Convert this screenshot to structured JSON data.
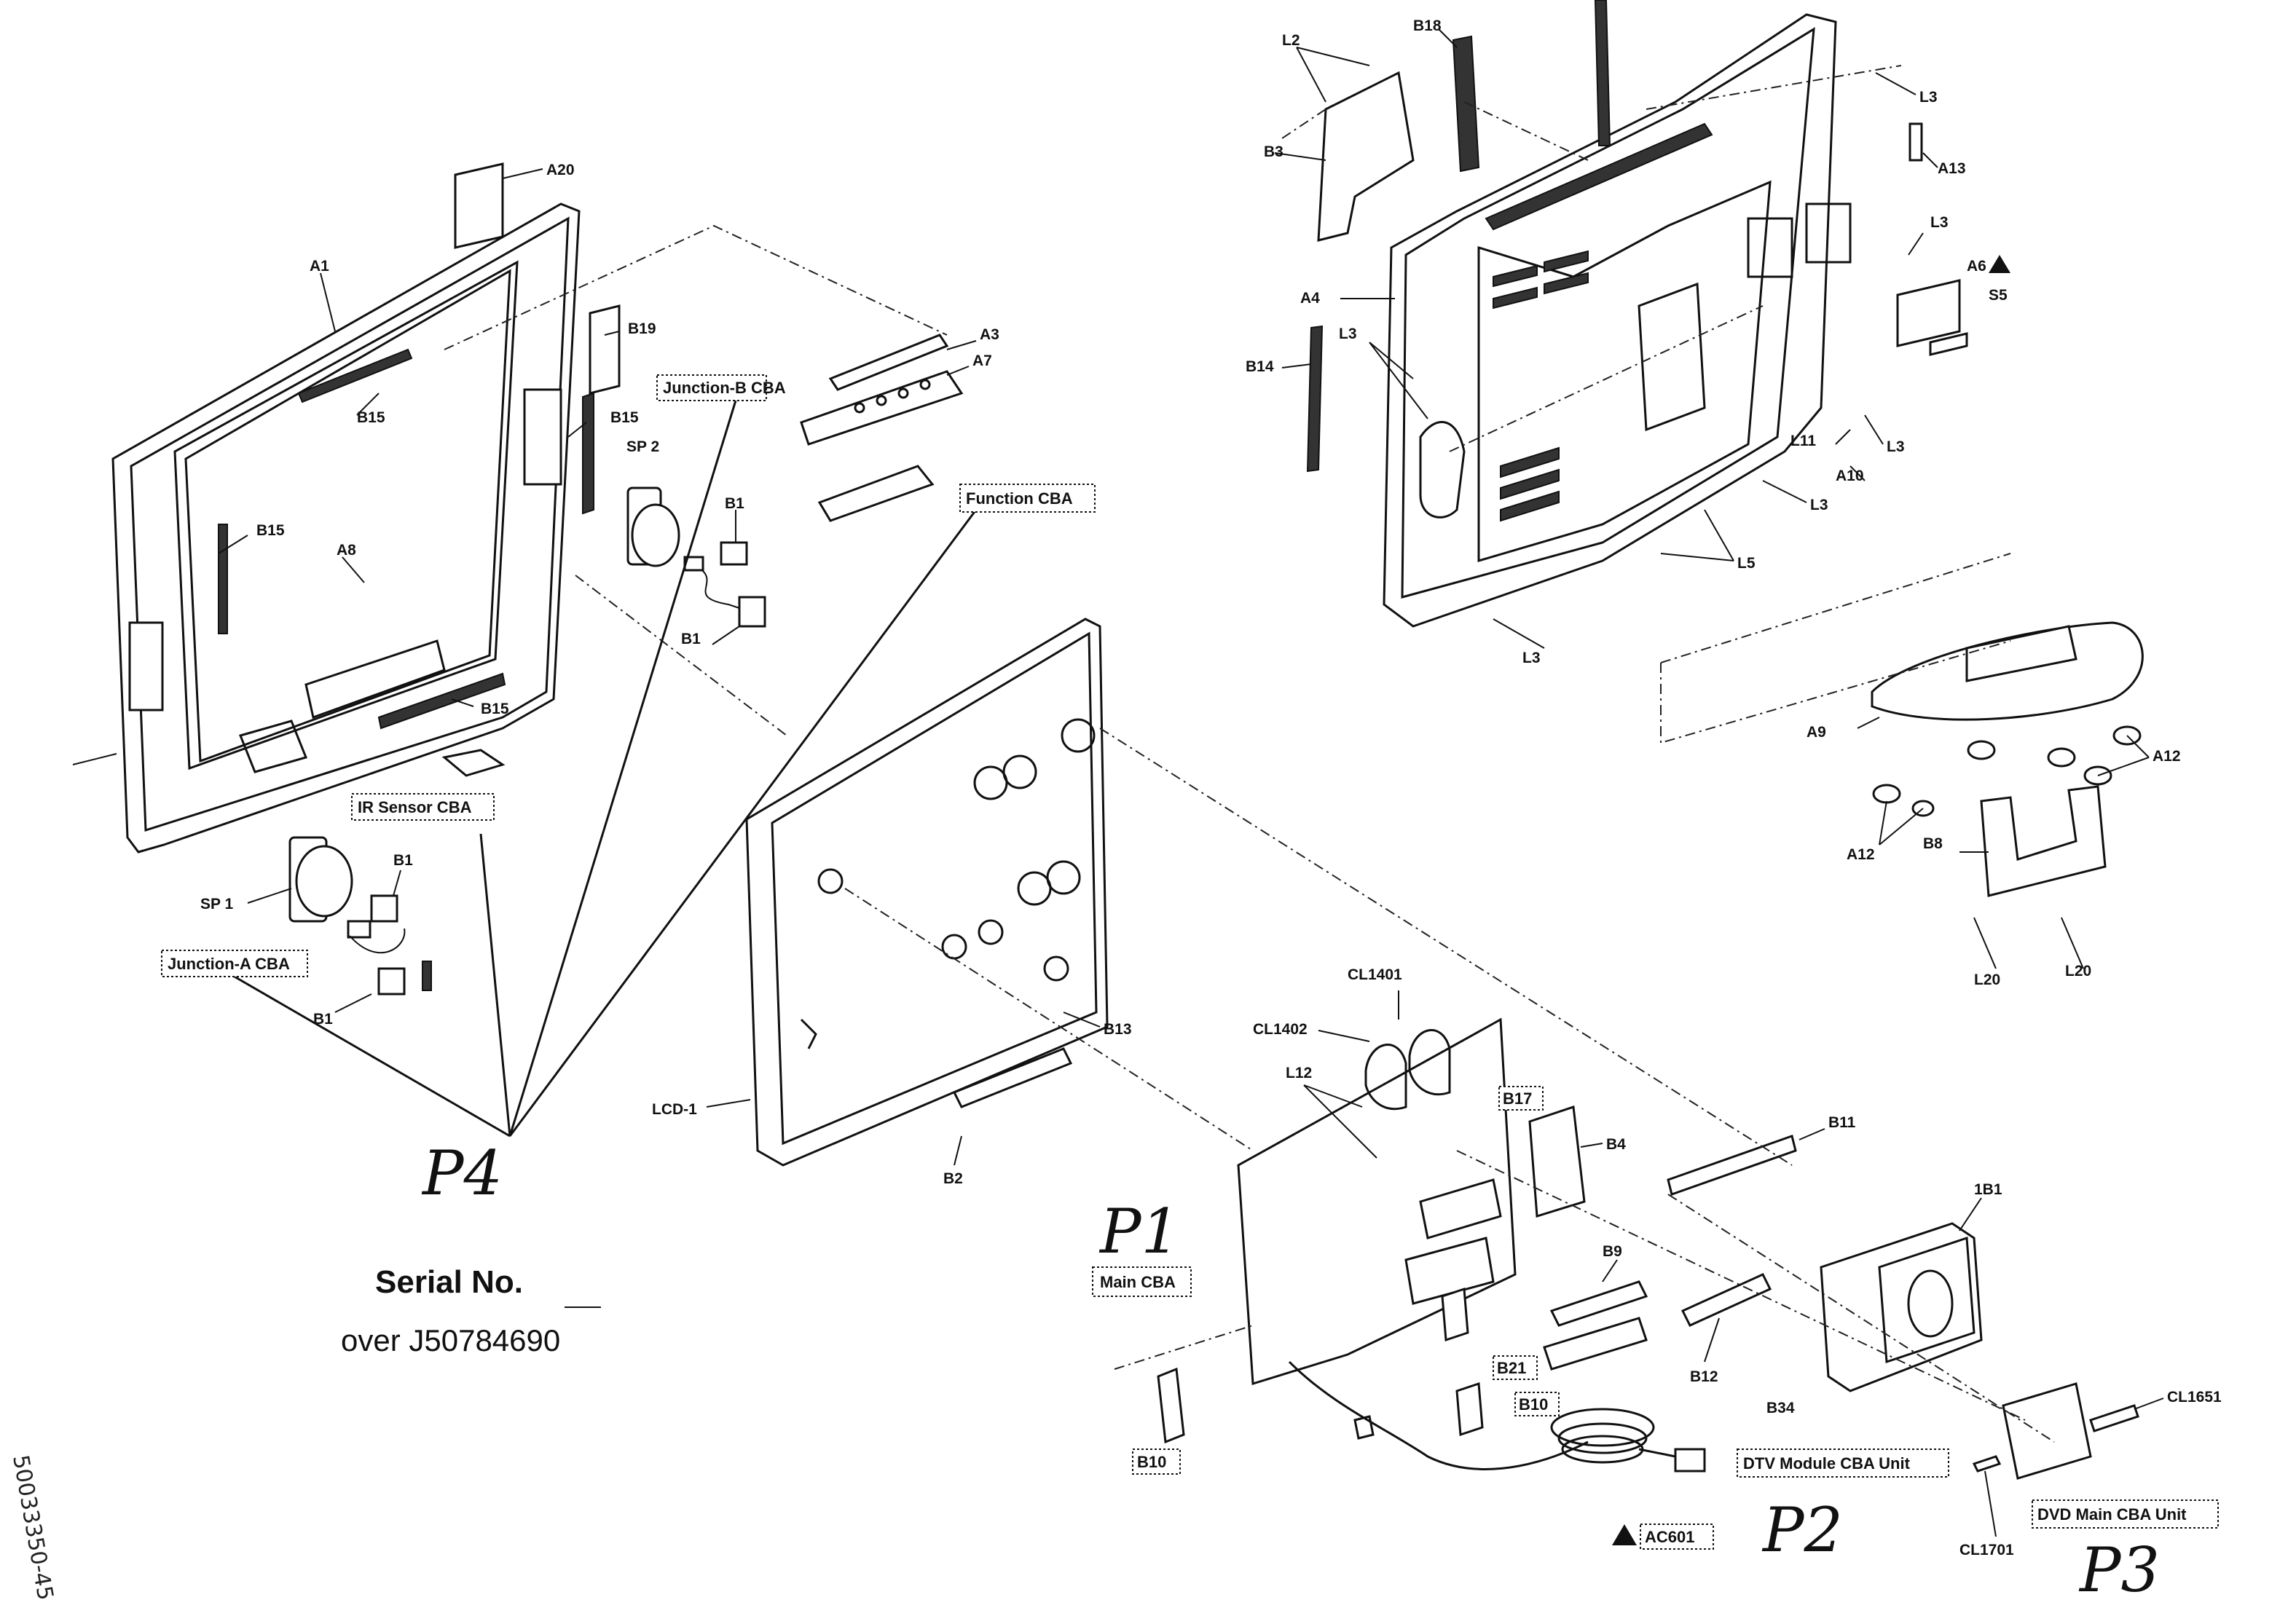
{
  "parts": {
    "A20": "A20",
    "A1": "A1",
    "B19": "B19",
    "B15": "B15",
    "A8": "A8",
    "SP2": "SP 2",
    "SP1": "SP 1",
    "B1": "B1",
    "A3": "A3",
    "A7": "A7",
    "LCD1": "LCD-1",
    "B13": "B13",
    "B2": "B2",
    "L2": "L2",
    "B18": "B18",
    "B3": "B3",
    "L3": "L3",
    "A13": "A13",
    "A6": "A6",
    "S5": "S5",
    "A4": "A4",
    "B14": "B14",
    "L11": "L11",
    "A10": "A10",
    "L5": "L5",
    "A9": "A9",
    "A12": "A12",
    "B8": "B8",
    "L20": "L20",
    "CL1401": "CL1401",
    "CL1402": "CL1402",
    "L12": "L12",
    "B4": "B4",
    "B11": "B11",
    "B9": "B9",
    "B12": "B12",
    "B34": "B34",
    "1B1": "1B1",
    "CL1651": "CL1651",
    "CL1701": "CL1701"
  },
  "boxed_labels": {
    "junction_b": "Junction-B CBA",
    "function": "Function CBA",
    "ir_sensor": "IR Sensor CBA",
    "junction_a": "Junction-A CBA",
    "main_cba": "Main CBA",
    "b17": "B17",
    "b21": "B21",
    "b10a": "B10",
    "b10b": "B10",
    "dtv_module": "DTV Module CBA Unit",
    "dvd_main": "DVD Main CBA Unit",
    "ac601": "AC601"
  },
  "handwritten": {
    "p1": "P1",
    "p2": "P2",
    "p3": "P3",
    "p4": "P4"
  },
  "serial": {
    "title": "Serial No.",
    "value": "over J50784690"
  },
  "margin_note": "50033350-45"
}
